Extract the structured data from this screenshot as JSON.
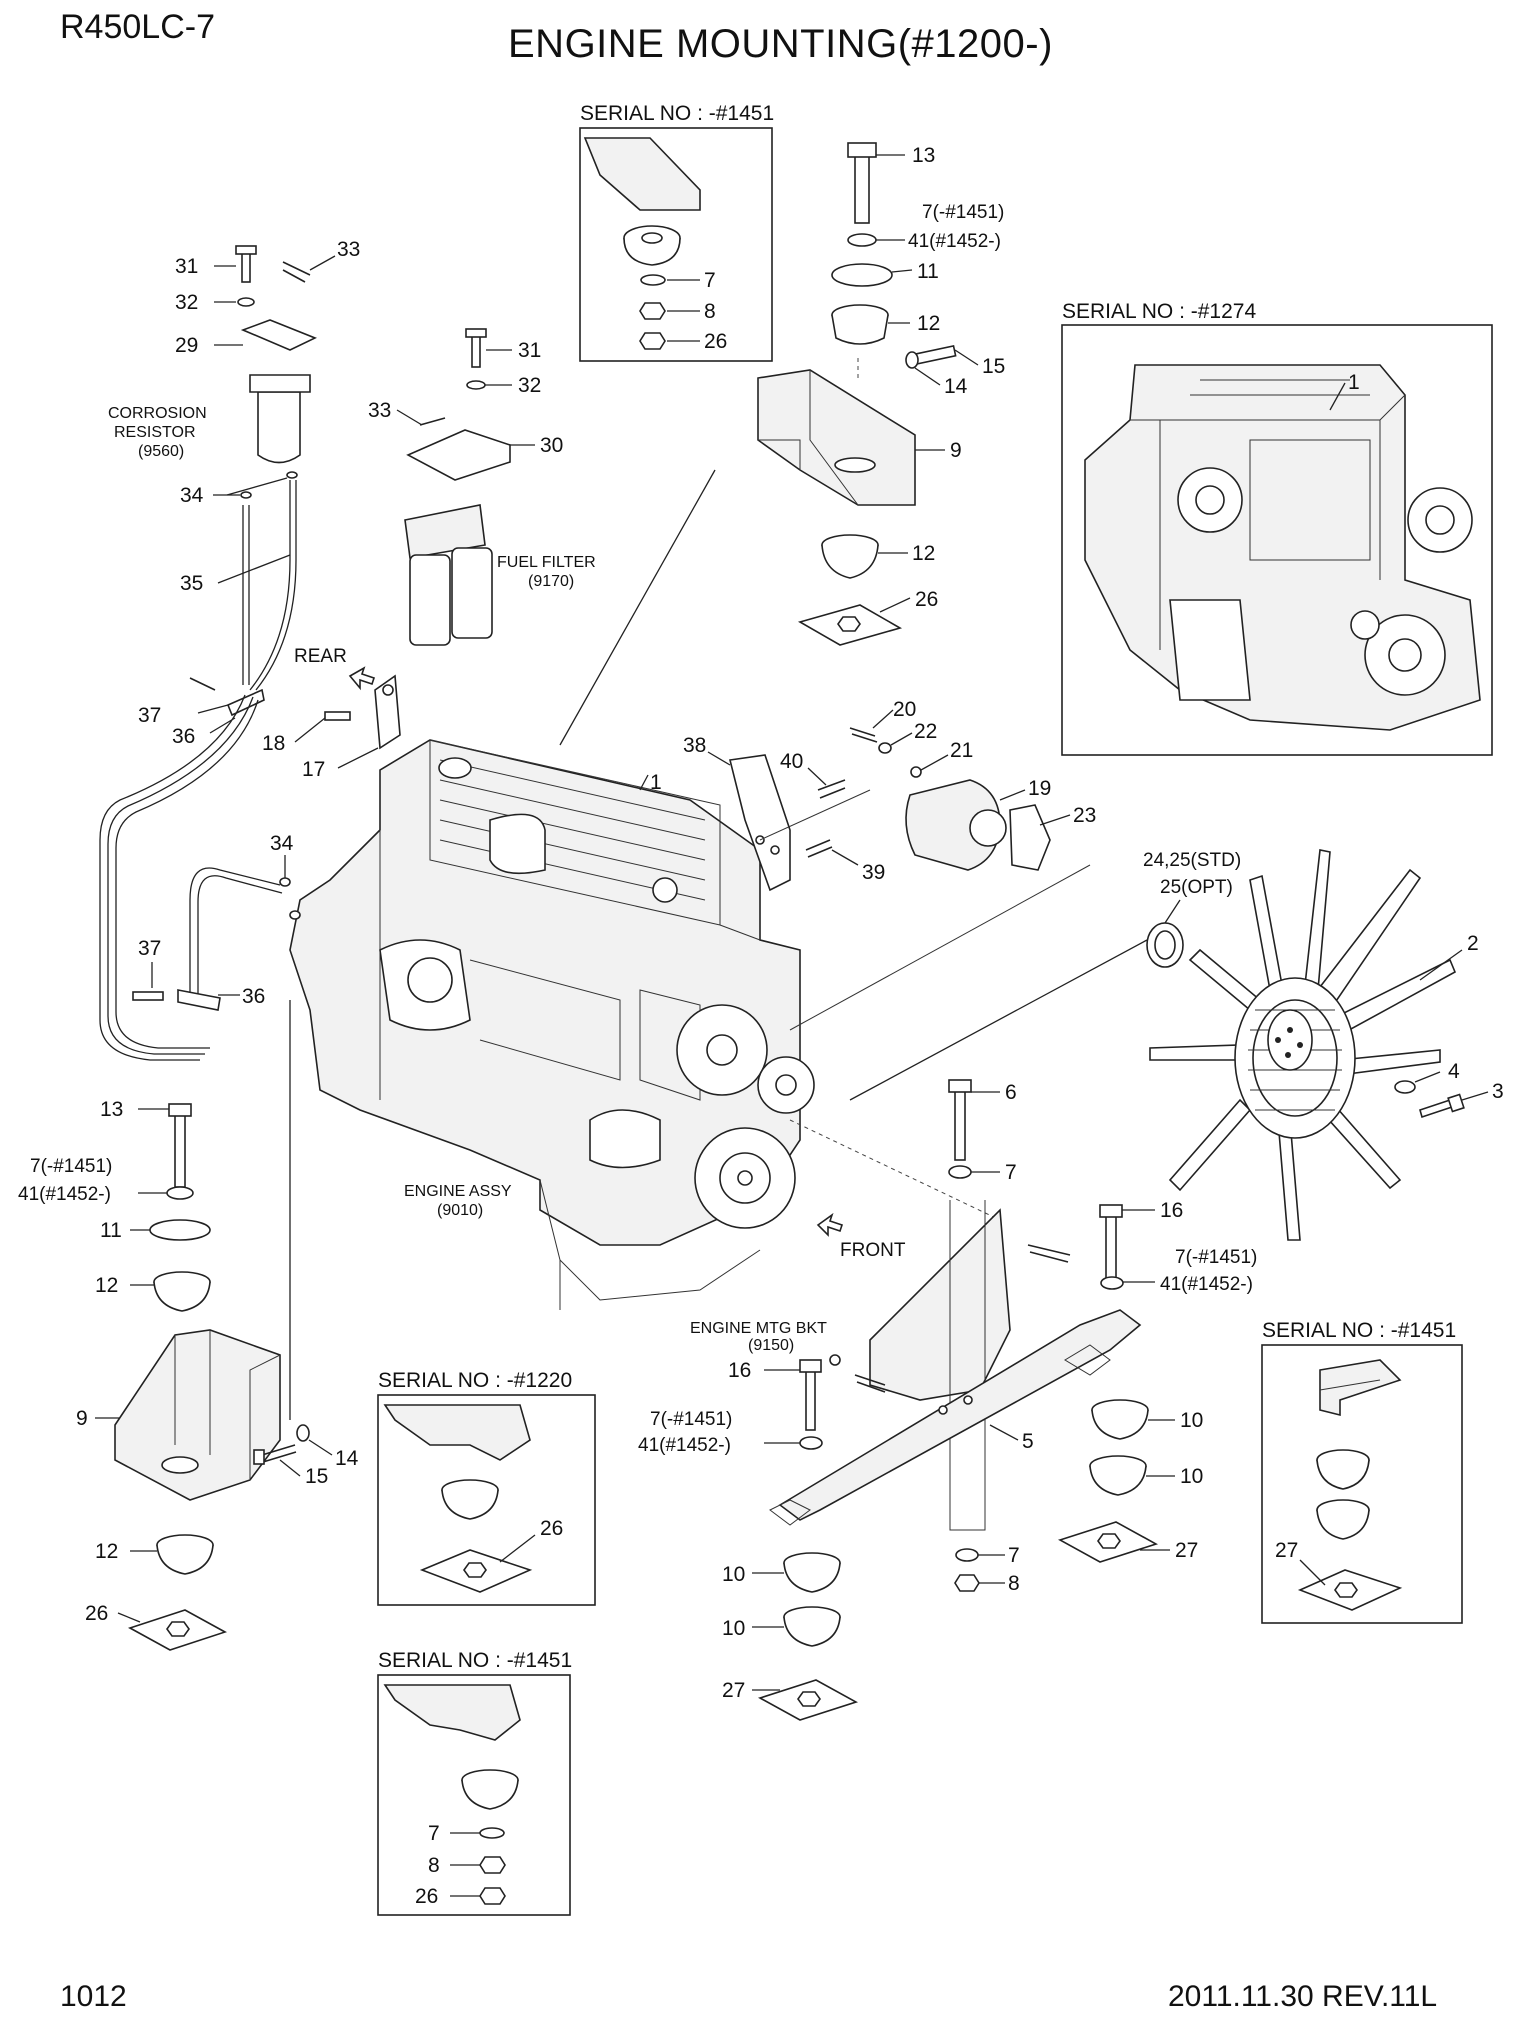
{
  "header": {
    "model": "R450LC-7",
    "title": "ENGINE MOUNTING(#1200-)"
  },
  "footer": {
    "page_number": "1012",
    "revision": "2011.11.30  REV.11L"
  },
  "assemblies": {
    "corrosion_resistor": [
      "CORROSION",
      "RESISTOR",
      "(9560)"
    ],
    "fuel_filter": [
      "FUEL FILTER",
      "(9170)"
    ],
    "engine_assy": [
      "ENGINE ASSY",
      "(9010)"
    ],
    "engine_mtg_bkt": [
      "ENGINE MTG BKT",
      "(9150)"
    ]
  },
  "directions": {
    "rear": "REAR",
    "front": "FRONT"
  },
  "serial_boxes": {
    "top_mount": "SERIAL NO : -#1451",
    "engine_inset": "SERIAL NO : -#1274",
    "mid_left": "SERIAL NO : -#1220",
    "bottom_left": "SERIAL NO : -#1451",
    "right_mount": "SERIAL NO : -#1451"
  },
  "callouts": {
    "c1": "1",
    "c2": "2",
    "c3": "3",
    "c4": "4",
    "c5": "5",
    "c6": "6",
    "c7": "7",
    "c8": "8",
    "c9": "9",
    "c10": "10",
    "c11": "11",
    "c12": "12",
    "c13": "13",
    "c14": "14",
    "c15": "15",
    "c16": "16",
    "c17": "17",
    "c18": "18",
    "c19": "19",
    "c20": "20",
    "c21": "21",
    "c22": "22",
    "c23": "23",
    "c24_25": "24,25(STD)",
    "c25opt": "25(OPT)",
    "c26": "26",
    "c27": "27",
    "c29": "29",
    "c30": "30",
    "c31": "31",
    "c32": "32",
    "c33": "33",
    "c34": "34",
    "c35": "35",
    "c36": "36",
    "c37": "37",
    "c38": "38",
    "c39": "39",
    "c40": "40",
    "c7_serial": "7(-#1451)",
    "c41_serial": "41(#1452-)"
  }
}
